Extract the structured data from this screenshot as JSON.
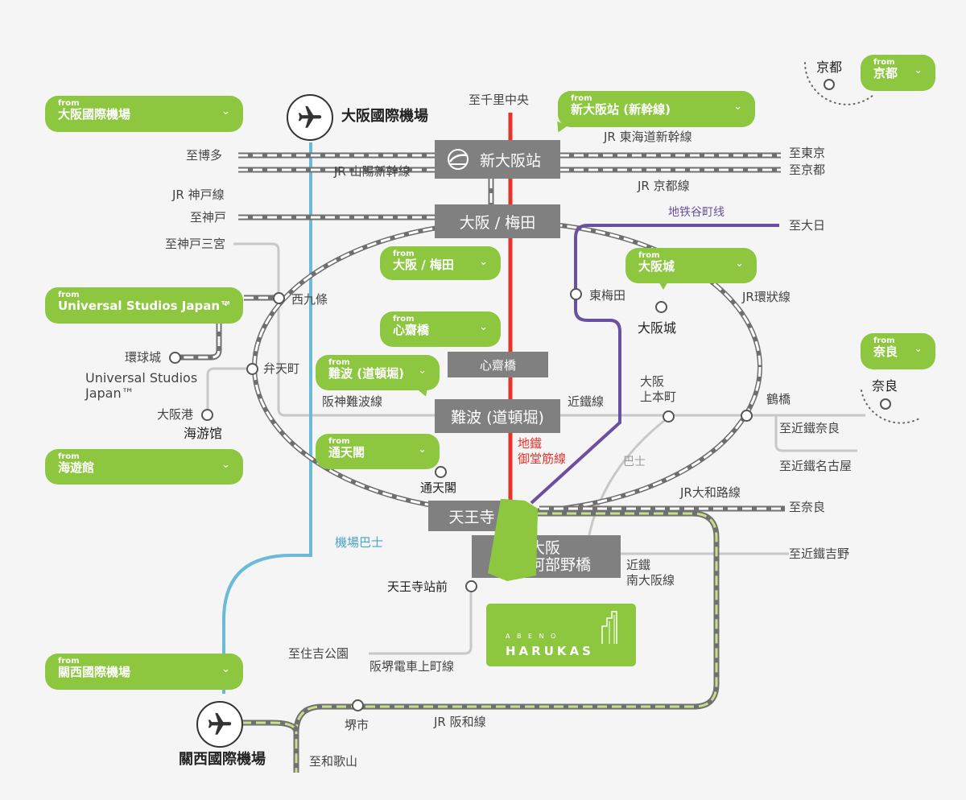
{
  "airports": {
    "osaka_itami": "大阪國際機場",
    "kansai": "關西國際機場"
  },
  "stations": {
    "shin_osaka": "新大阪站",
    "umeda": "大阪 / 梅田",
    "shinsaibashi": "心齋橋",
    "namba": "難波 (道頓堀)",
    "tennoji": "天王寺",
    "abeno_line1": "大阪",
    "abeno_line2": "阿部野橋",
    "nishikujo": "西九條",
    "bentencho": "弁天町",
    "universal_city": "環球城",
    "osakako": "大阪港",
    "higashi_umeda": "東梅田",
    "osaka_castle": "大阪城",
    "uehommachi_line1": "大阪",
    "uehommachi_line2": "上本町",
    "tsuruhashi": "鶴橋",
    "tsutenkaku": "通天閣",
    "tennoji_ekimae": "天王寺站前",
    "sakai": "堺市",
    "kyoto": "京都",
    "nara": "奈良"
  },
  "destinations": {
    "hakata": "至博多",
    "tokyo": "至東京",
    "kyoto": "至京都",
    "kobe": "至神戸",
    "kobe_sannomiya": "至神戸三宮",
    "dainichi": "至大日",
    "senri_chuo": "至千里中央",
    "kintetsu_nara": "至近鐵奈良",
    "kintetsu_nagoya": "至近鐵名古屋",
    "nara": "至奈良",
    "kintetsu_yoshino": "至近鐵吉野",
    "sumiyoshi_koen": "至住吉公園",
    "wakayama": "至和歌山"
  },
  "lines": {
    "tokaido_shinkansen": "JR 東海道新幹線",
    "sanyo_shinkansen": "JR 山陽新幹線",
    "kyoto_line": "JR 京都線",
    "kobe_line": "JR 神戸線",
    "tanimachi": "地铁谷町线",
    "loop_line": "JR環狀線",
    "hanshin_namba": "阪神難波線",
    "kintetsu": "近鐵線",
    "midosuji_line1": "地鐵",
    "midosuji_line2": "御堂筋線",
    "bus": "巴士",
    "yamatoji": "JR大和路線",
    "airport_bus": "機場巴士",
    "minami_osaka_line1": "近鐵",
    "minami_osaka_line2": "南大阪線",
    "hankai": "阪堺電車上町線",
    "hanwa": "JR 阪和線"
  },
  "landmarks": {
    "usj_line1": "Universal Studios",
    "usj_line2": "Japan™",
    "aquarium": "海游馆",
    "harukas_top": "A B E N O",
    "harukas_main": "HARUKAS"
  },
  "from_buttons": {
    "from_label": "from",
    "itami": "大阪國際機場",
    "shin_osaka": "新大阪站 (新幹線)",
    "kyoto": "京都",
    "umeda": "大阪 / 梅田",
    "osaka_castle": "大阪城",
    "usj": "Universal Studios Japan™",
    "shinsaibashi": "心齋橋",
    "nara": "奈良",
    "namba": "難波 (道頓堀)",
    "aquarium": "海遊館",
    "tsutenkaku": "通天閣",
    "kansai": "關西國際機場"
  },
  "colors": {
    "accent_green": "#8dc63f",
    "midosuji_red": "#e8332a",
    "tanimachi_purple": "#6b4fa0",
    "airport_bus_blue": "#6bbad8",
    "station_gray": "#808080"
  },
  "icons": [
    "airplane-icon",
    "shinkansen-icon",
    "chevron-down-icon",
    "harukas-building-icon"
  ]
}
